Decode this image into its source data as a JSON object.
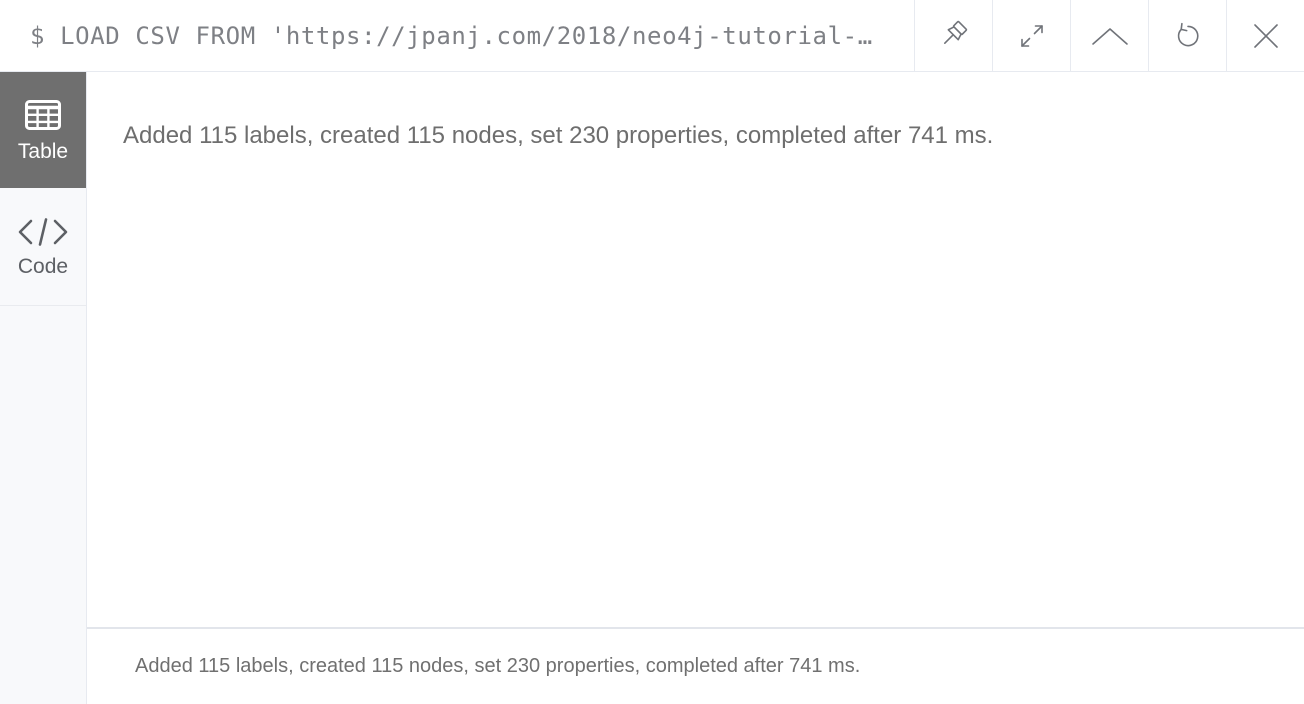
{
  "topbar": {
    "command": "$ LOAD CSV FROM 'https://jpanj.com/2018/neo4j-tutorial-…",
    "buttons": [
      {
        "label": "pin",
        "icon": "pin-icon"
      },
      {
        "label": "fullscreen",
        "icon": "expand-icon"
      },
      {
        "label": "collapse",
        "icon": "chevron-up-icon"
      },
      {
        "label": "rerun",
        "icon": "refresh-icon"
      },
      {
        "label": "close",
        "icon": "close-icon"
      }
    ]
  },
  "sidebar": {
    "tabs": [
      {
        "label": "Table",
        "icon": "table-icon",
        "selected": true
      },
      {
        "label": "Code",
        "icon": "code-icon",
        "selected": false
      }
    ]
  },
  "main": {
    "summary": "Added 115 labels, created 115 nodes, set 230 properties, completed after 741 ms."
  },
  "footer": {
    "status": "Added 115 labels, created 115 nodes, set 230 properties, completed after 741 ms."
  },
  "colors": {
    "selected_tab_bg": "#6f6f6f",
    "sidebar_bg": "#f8f9fb",
    "divider": "#e7eaf0",
    "text_gray": "#6e6e6e",
    "command_gray": "#7e8085"
  }
}
